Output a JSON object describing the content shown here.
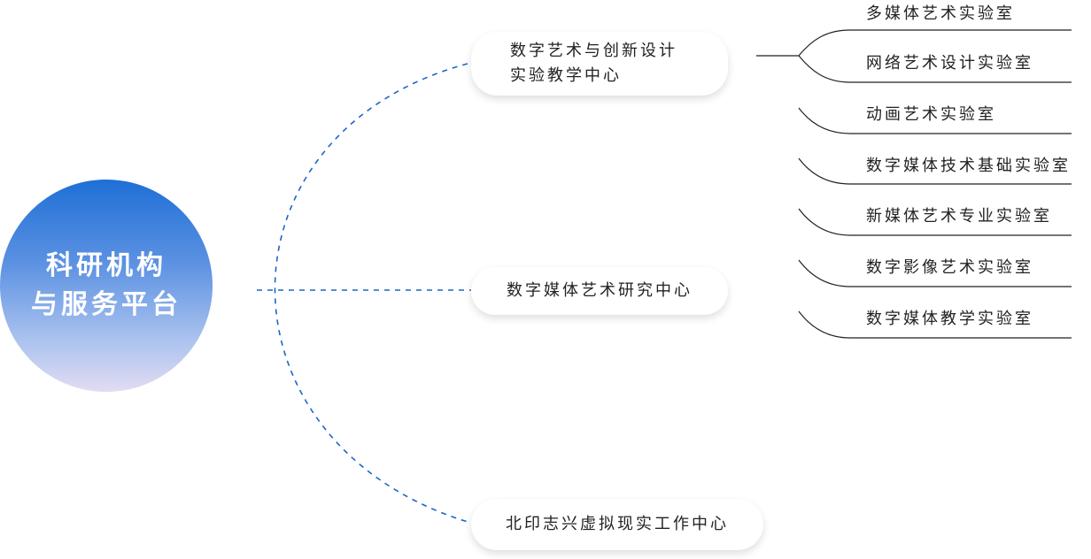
{
  "root": {
    "line1": "科研机构",
    "line2": "与服务平台"
  },
  "centers": [
    {
      "line1": "数字艺术与创新设计",
      "line2": "实验教学中心"
    },
    {
      "line1": "数字媒体艺术研究中心"
    },
    {
      "line1": "北印志兴虚拟现实工作中心"
    }
  ],
  "labs": [
    "多媒体艺术实验室",
    "网络艺术设计实验室",
    "动画艺术实验室",
    "数字媒体技术基础实验室",
    "新媒体艺术专业实验室",
    "数字影像艺术实验室",
    "数字媒体教学实验室"
  ],
  "colors": {
    "connector": "#1a66c8",
    "bracket": "#222222",
    "root_gradient_top": "#1e6fd6",
    "root_gradient_bottom": "#e2dcf3"
  }
}
